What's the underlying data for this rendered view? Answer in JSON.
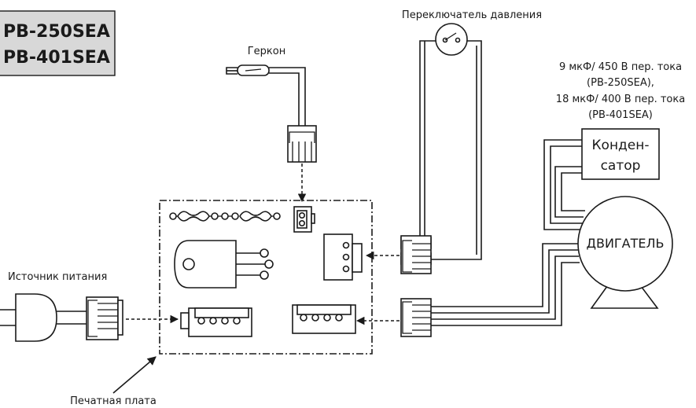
{
  "models": {
    "line1": "PB-250SEA",
    "line2": "PB-401SEA",
    "box_color": "#d8d8d8"
  },
  "labels": {
    "pressure_switch": "Переключатель давления",
    "reed_switch": "Геркон",
    "capacitor_spec_1": "9 мкФ/ 450 В пер. тока",
    "capacitor_spec_2": "(PB-250SEA),",
    "capacitor_spec_3": "18 мкФ/ 400 В пер. тока",
    "capacitor_spec_4": "(PB-401SEA)",
    "capacitor_1": "Конден-",
    "capacitor_2": "сатор",
    "motor": "ДВИГАТЕЛЬ",
    "power_source": "Источник питания",
    "pcb": "Печатная плата"
  }
}
